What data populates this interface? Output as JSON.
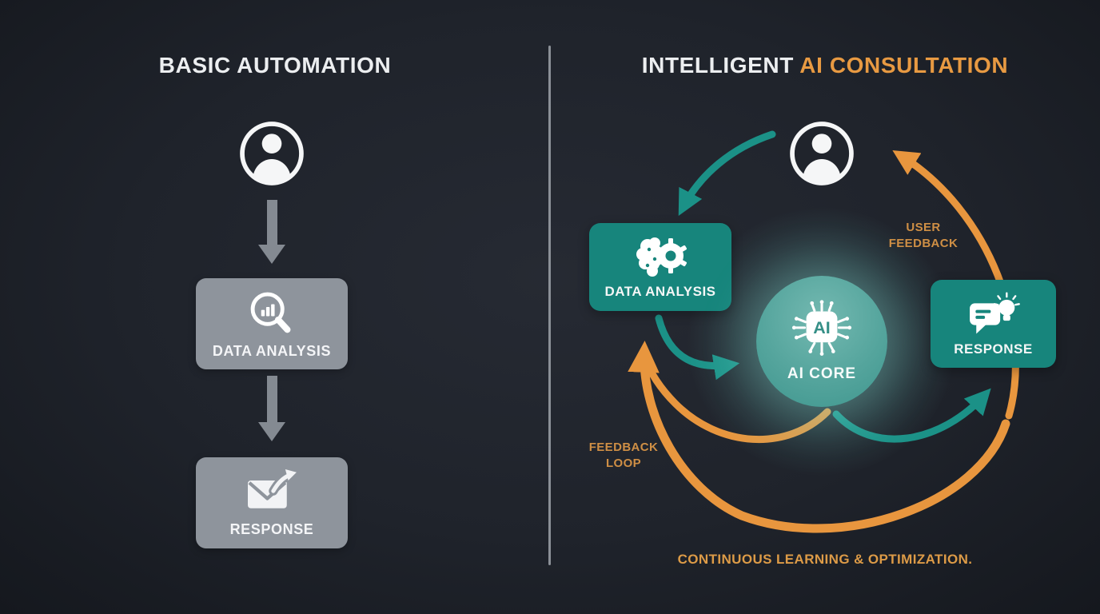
{
  "left": {
    "title": "BASIC AUTOMATION",
    "analysis_label": "DATA ANALYSIS",
    "response_label": "RESPONSE"
  },
  "right": {
    "title_white": "INTELLIGENT ",
    "title_orange": "AI CONSULTATION",
    "analysis_label": "DATA ANALYSIS",
    "core_chip": "AI",
    "core_label": "AI CORE",
    "response_label": "RESPONSE",
    "user_feedback": "USER\nFEEDBACK",
    "feedback_loop": "FEEDBACK\nLOOP",
    "caption": "CONTINUOUS LEARNING & OPTIMIZATION."
  },
  "colors": {
    "background": "#1f232b",
    "gray_box": "#8e949c",
    "gray_arrow": "#848a92",
    "teal_box": "#17857c",
    "teal_arrow": "#1b9187",
    "core_teal_light": "#74b9b1",
    "orange_arrow": "#e8963e",
    "orange_title": "#e89a42",
    "orange_label": "#cf8f45",
    "title_text": "#eceef0"
  },
  "icons": {
    "left_user": "person-icon",
    "left_analysis": "magnifier-chart-icon",
    "left_response": "envelope-send-icon",
    "right_user": "person-icon",
    "right_analysis": "brain-gear-icon",
    "right_core": "ai-chip-icon",
    "right_response": "chat-bulb-icon"
  }
}
